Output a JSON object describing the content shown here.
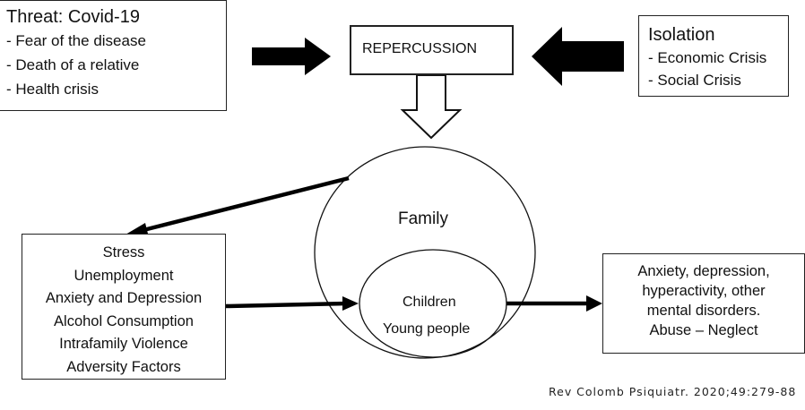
{
  "threat": {
    "title": "Threat: Covid-19",
    "items": [
      "- Fear of the disease",
      "- Death of a relative",
      "- Health crisis"
    ]
  },
  "repercussion": {
    "label": "REPERCUSSION"
  },
  "isolation": {
    "title": "Isolation",
    "items": [
      "- Economic Crisis",
      "- Social Crisis"
    ]
  },
  "family": {
    "label": "Family"
  },
  "children": {
    "line1": "Children",
    "line2": "Young people"
  },
  "factors": {
    "items": [
      "Stress",
      "Unemployment",
      "Anxiety and Depression",
      "Alcohol Consumption",
      "Intrafamily Violence",
      "Adversity Factors"
    ]
  },
  "outcomes": {
    "items": [
      "Anxiety, depression,",
      "hyperactivity, other",
      "mental disorders.",
      "Abuse – Neglect"
    ]
  },
  "citation": "Rev Colomb Psiquiatr. 2020;49:279-88"
}
